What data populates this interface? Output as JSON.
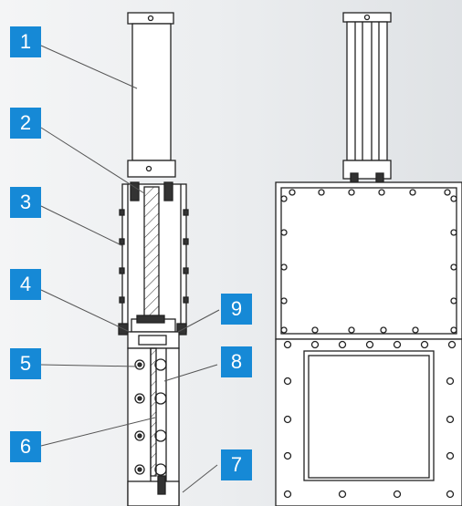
{
  "callouts": [
    {
      "id": "1"
    },
    {
      "id": "2"
    },
    {
      "id": "3"
    },
    {
      "id": "4"
    },
    {
      "id": "5"
    },
    {
      "id": "6"
    },
    {
      "id": "7"
    },
    {
      "id": "8"
    },
    {
      "id": "9"
    }
  ],
  "colors": {
    "callout_bg": "#1689d6",
    "callout_text": "#ffffff",
    "line": "#222222",
    "leader": "#555555"
  }
}
